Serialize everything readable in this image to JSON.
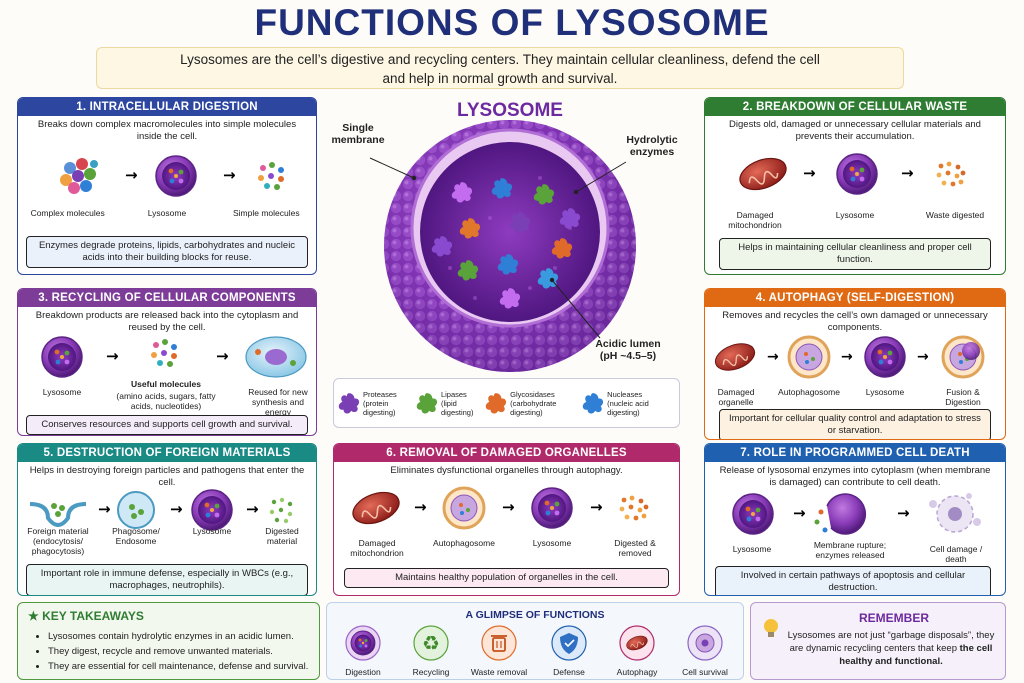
{
  "title": "FUNCTIONS OF LYSOSOME",
  "intro": {
    "line1": "Lysosomes are the cell’s digestive and recycling centers. They maintain cellular cleanliness, defend the cell",
    "line2": "and help in normal growth and survival."
  },
  "lysosome": {
    "title": "LYSOSOME",
    "membrane_label_1": "Single",
    "membrane_label_2": "membrane",
    "enzymes_label_1": "Hydrolytic",
    "enzymes_label_2": "enzymes",
    "lumen_label_1": "Acidic lumen",
    "lumen_label_2": "(pH ~4.5–5)"
  },
  "legend": [
    {
      "name": "Proteases",
      "sub": "(protein digesting)",
      "color": "#7b3fb5"
    },
    {
      "name": "Lipases",
      "sub": "(lipid digesting)",
      "color": "#5aa23a"
    },
    {
      "name": "Glycosidases",
      "sub": "(carbohydrate digesting)",
      "color": "#e06a2a"
    },
    {
      "name": "Nucleases",
      "sub": "(nucleic acid digesting)",
      "color": "#2f7fd6"
    }
  ],
  "cards": {
    "c1": {
      "heading": "1. INTRACELLULAR DIGESTION",
      "desc": "Breaks down complex macromolecules into simple molecules inside the cell.",
      "items": [
        "Complex molecules",
        "Lysosome",
        "Simple molecules"
      ],
      "note": "Enzymes degrade proteins, lipids, carbohydrates and nucleic acids into their building blocks for reuse."
    },
    "c2": {
      "heading": "2. BREAKDOWN OF CELLULAR WASTE",
      "desc": "Digests old, damaged or unnecessary cellular materials and prevents their accumulation.",
      "items": [
        "Damaged mitochondrion",
        "Lysosome",
        "Waste digested"
      ],
      "note": "Helps in maintaining cellular cleanliness and proper cell function."
    },
    "c3": {
      "heading": "3. RECYCLING OF CELLULAR COMPONENTS",
      "desc": "Breakdown products are released back into the cytoplasm and reused by the cell.",
      "items": [
        "Lysosome",
        "Useful molecules",
        "Reused for new synthesis and energy"
      ],
      "item2_sub": "(amino acids, sugars, fatty acids, nucleotides)",
      "note": "Conserves resources and supports cell growth and survival."
    },
    "c4": {
      "heading": "4. AUTOPHAGY (SELF-DIGESTION)",
      "desc": "Removes and recycles the cell’s own damaged or unnecessary components.",
      "items": [
        "Damaged organelle",
        "Autophagosome",
        "Lysosome",
        "Fusion & Digestion"
      ],
      "note": "Important for cellular quality control and adaptation to stress or starvation."
    },
    "c5": {
      "heading": "5. DESTRUCTION OF FOREIGN MATERIALS",
      "desc": "Helps in destroying foreign particles and pathogens that enter the cell.",
      "items": [
        "Foreign material (endocytosis/ phagocytosis)",
        "Phagosome/ Endosome",
        "Lysosome",
        "Digested material"
      ],
      "note": "Important role in immune defense, especially in WBCs (e.g., macrophages, neutrophils)."
    },
    "c6": {
      "heading": "6. REMOVAL OF DAMAGED ORGANELLES",
      "desc": "Eliminates dysfunctional organelles through autophagy.",
      "items": [
        "Damaged mitochondrion",
        "Autophagosome",
        "Lysosome",
        "Digested & removed"
      ],
      "note": "Maintains healthy population of organelles in the cell."
    },
    "c7": {
      "heading": "7. ROLE IN PROGRAMMED CELL DEATH",
      "desc": "Release of lysosomal enzymes into cytoplasm (when membrane is damaged) can contribute to cell death.",
      "items": [
        "Lysosome",
        "Membrane rupture; enzymes released",
        "Cell damage / death"
      ],
      "note": "Involved in certain pathways of apoptosis and cellular destruction."
    }
  },
  "takeaways": {
    "heading": "KEY TAKEAWAYS",
    "items": [
      "Lysosomes contain hydrolytic enzymes in an acidic lumen.",
      "They digest, recycle and remove unwanted materials.",
      "They are essential for cell maintenance, defense and survival."
    ]
  },
  "glimpse": {
    "heading": "A GLIMPSE OF FUNCTIONS",
    "items": [
      {
        "label": "Digestion",
        "icon": "digestion-icon"
      },
      {
        "label": "Recycling",
        "icon": "recycling-icon"
      },
      {
        "label": "Waste removal",
        "icon": "trash-icon"
      },
      {
        "label": "Defense",
        "icon": "shield-icon"
      },
      {
        "label": "Autophagy",
        "icon": "autophagy-icon"
      },
      {
        "label": "Cell survival",
        "icon": "cell-icon"
      }
    ]
  },
  "remember": {
    "heading": "REMEMBER",
    "text": "Lysosomes are not just “garbage disposals”, they are dynamic recycling centers that keep",
    "bold": "the cell healthy and functional."
  }
}
